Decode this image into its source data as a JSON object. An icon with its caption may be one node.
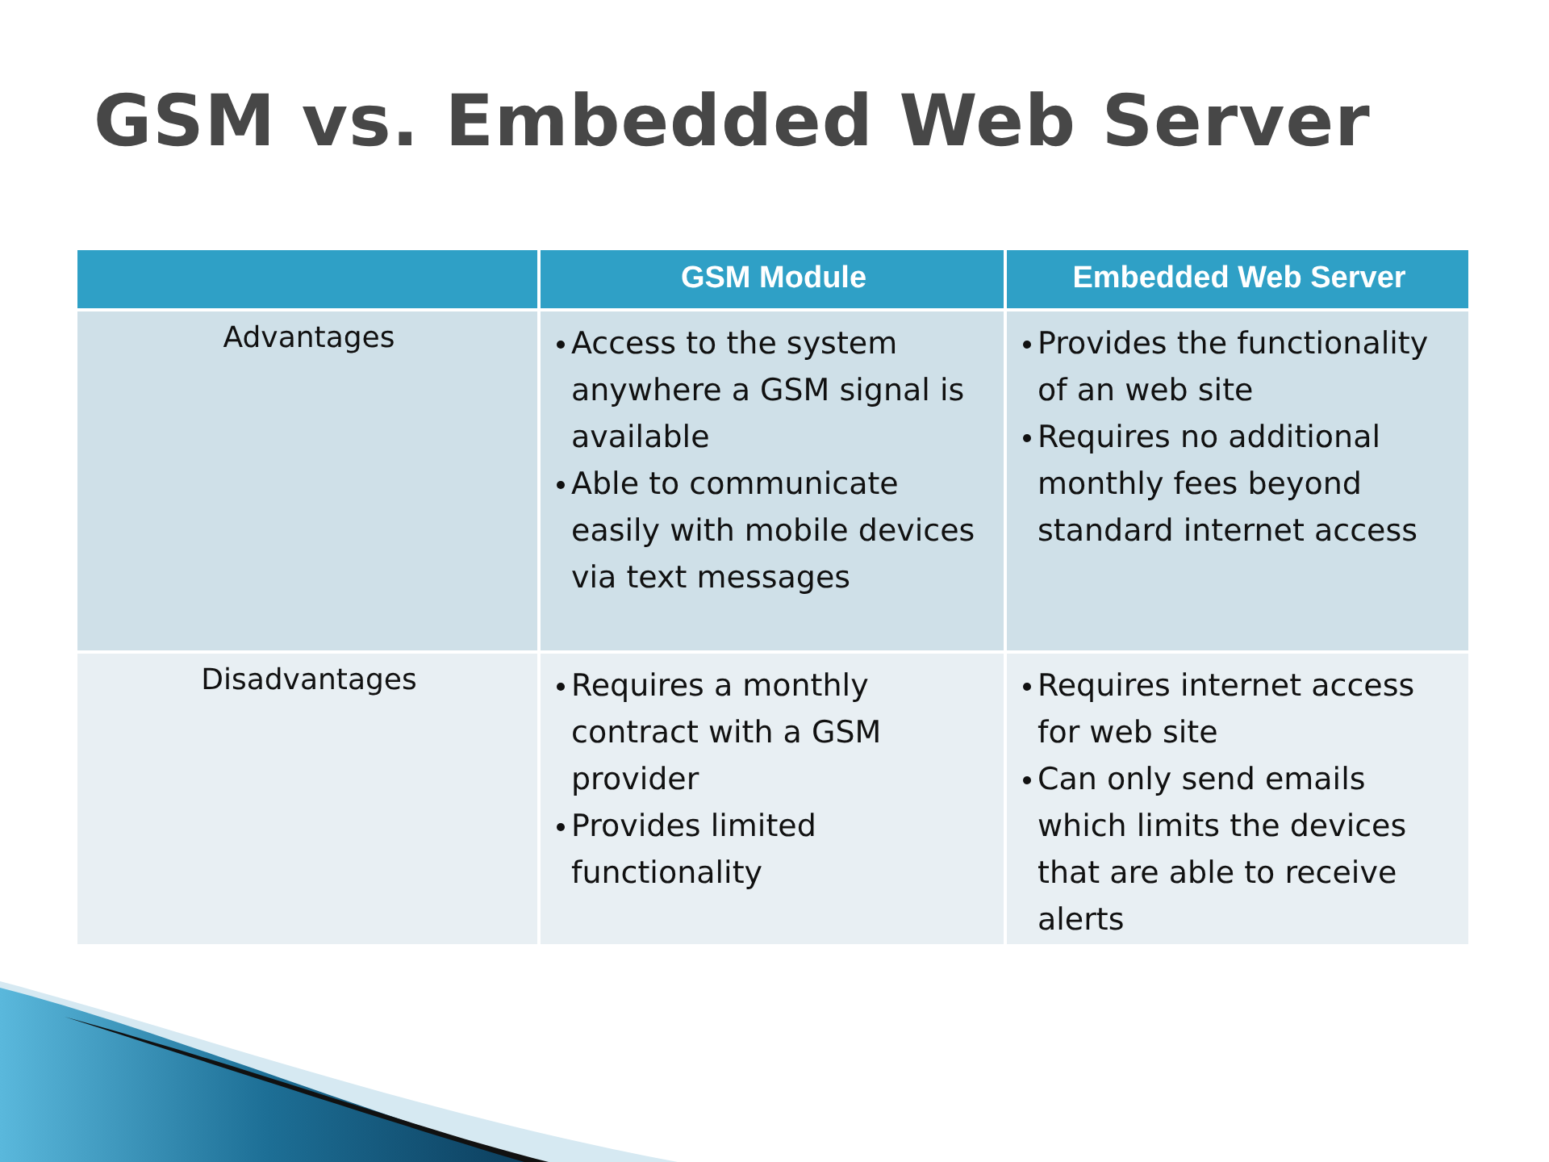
{
  "diagram": {
    "title": "GSM vs. Embedded Web Server",
    "labels": [
      "GSM Module",
      "Embedded Web Server",
      "Advantages",
      "Access to the system anywhere a GSM signal is available",
      "Able to communicate easily with mobile devices via text messages",
      "Provides the functionality of an web site",
      "Requires no additional monthly fees beyond standard internet access",
      "Disadvantages",
      "Requires a monthly contract with a GSM provider",
      "Provides limited functionality",
      "Requires internet access for web site",
      "Can only send emails which limits the devices that are able to receive alerts"
    ]
  }
}
